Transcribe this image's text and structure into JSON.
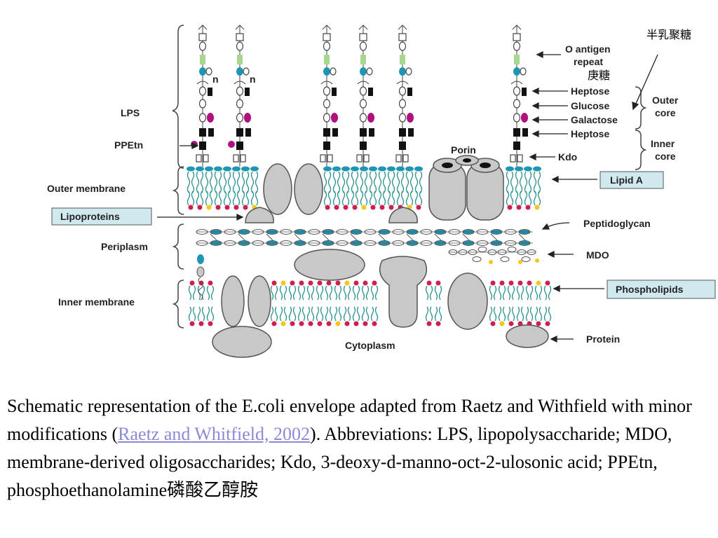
{
  "labels": {
    "lps": "LPS",
    "ppetn": "PPEtn",
    "outer_membrane": "Outer membrane",
    "lipoproteins": "Lipoproteins",
    "periplasm": "Periplasm",
    "inner_membrane": "Inner membrane",
    "cytoplasm": "Cytoplasm",
    "porin": "Porin",
    "o_antigen_line1": "O antigen",
    "o_antigen_line2": "repeat",
    "heptose_outer": "Heptose",
    "glucose": "Glucose",
    "galactose": "Galactose",
    "heptose_inner": "Heptose",
    "kdo": "Kdo",
    "outer_core_line1": "Outer",
    "outer_core_line2": "core",
    "inner_core_line1": "Inner",
    "inner_core_line2": "core",
    "lipid_a": "Lipid A",
    "peptidoglycan": "Peptidoglycan",
    "mdo": "MDO",
    "phospholipids": "Phospholipids",
    "protein": "Protein",
    "repeat_n": "n",
    "cn_galactose": "半乳聚糖",
    "cn_heptose": "庚糖"
  },
  "caption": {
    "text1": "Schematic representation of the E.coli envelope adapted from Raetz and Withfield with minor modifications (",
    "link": "Raetz and Whitfield, 2002",
    "text2": "). Abbreviations: LPS, lipopolysaccharide; MDO, membrane-derived oligosaccharides; Kdo, 3-deoxy-d-manno-oct-2-ulosonic acid; PPEtn, phosphoethanolamine磷酸乙醇胺"
  },
  "colors": {
    "head_teal": "#1f95b4",
    "head_red": "#cf1f4f",
    "head_yellow": "#f2c81a",
    "tail": "#2a9090",
    "protein_fill": "#c8c8c8",
    "green_sugar": "#a6d88f",
    "magenta_sugar": "#b01080",
    "label_box": "#cfe9ef"
  }
}
